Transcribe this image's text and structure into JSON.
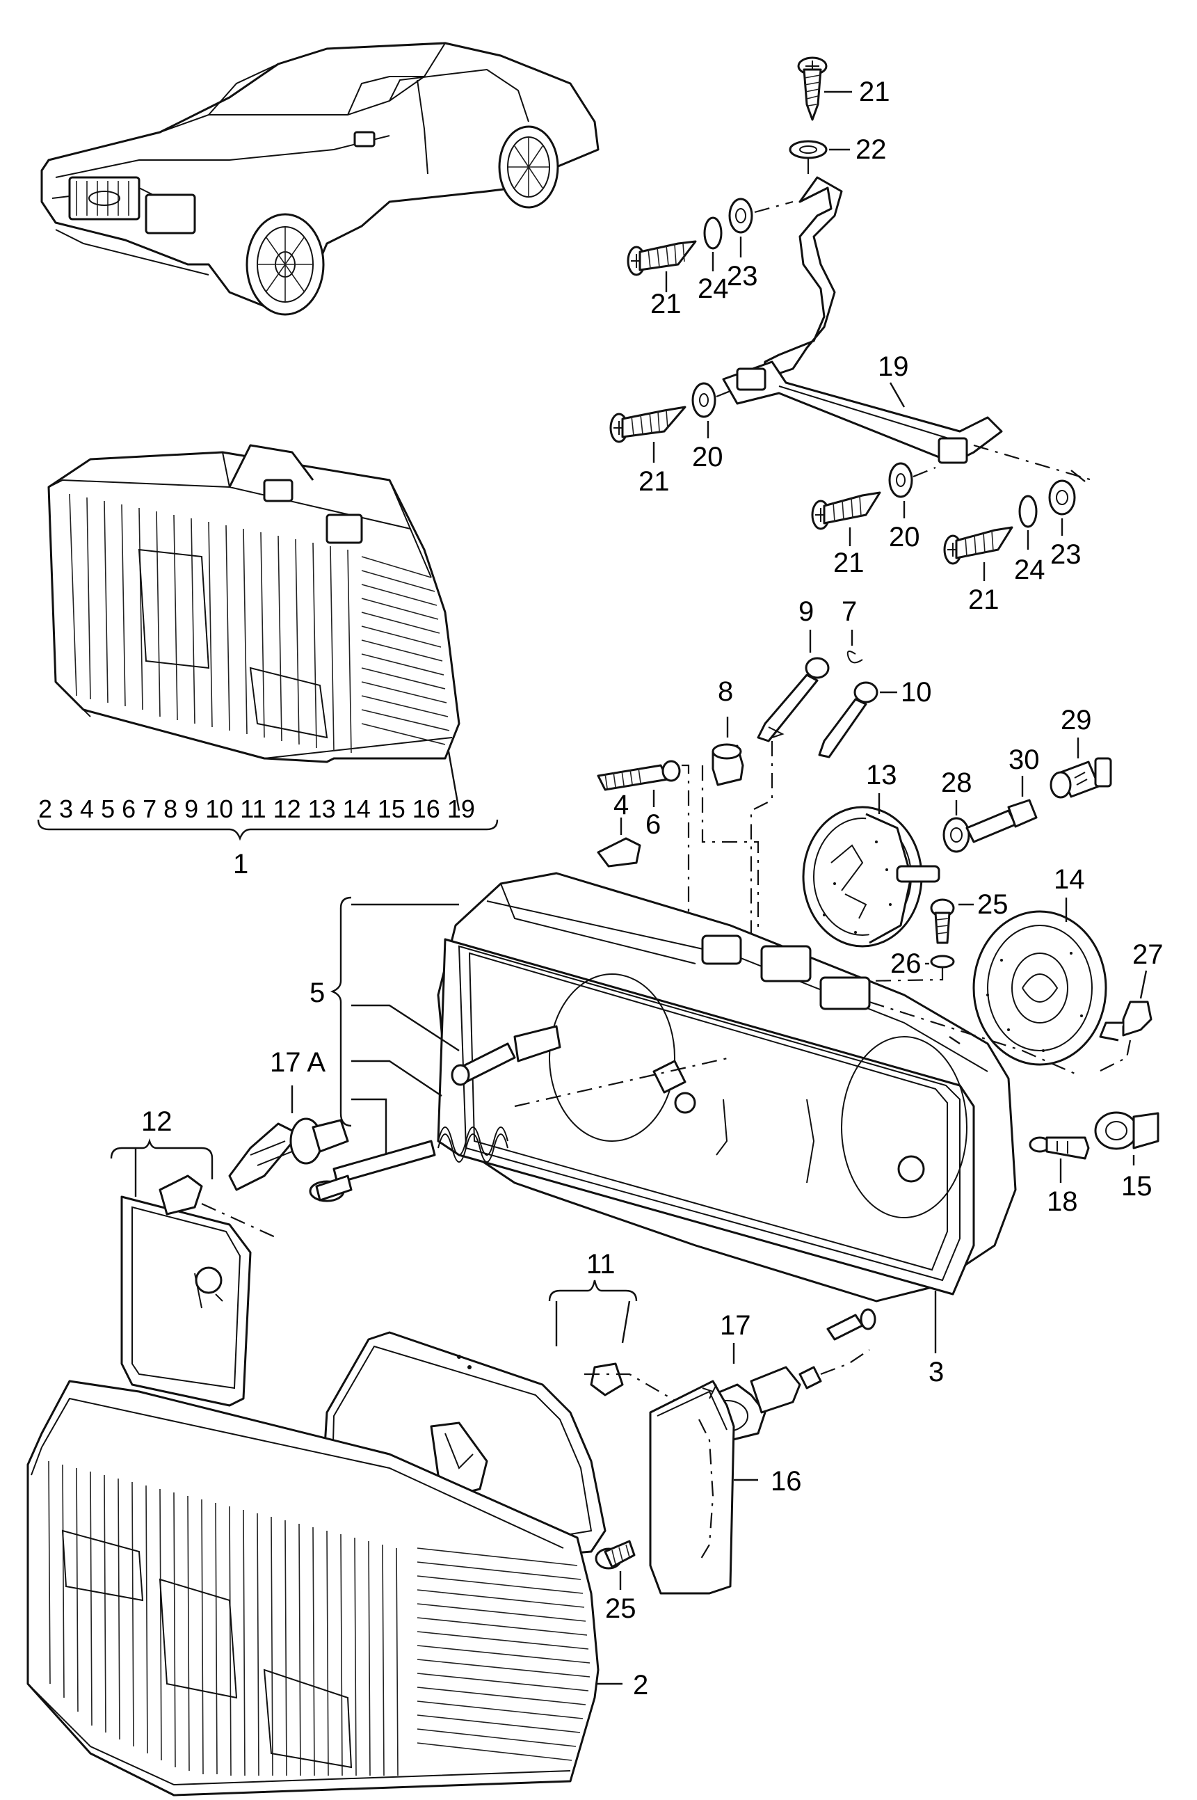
{
  "diagram": {
    "callouts": {
      "c1": "1",
      "c2": "2",
      "c3": "3",
      "c4": "4",
      "c5": "5",
      "c6": "6",
      "c7": "7",
      "c8": "8",
      "c9": "9",
      "c10": "10",
      "c11": "11",
      "c12": "12",
      "c13": "13",
      "c14": "14",
      "c15": "15",
      "c16": "16",
      "c17": "17",
      "c17a": "17 A",
      "c18": "18",
      "c19": "19",
      "c20a": "20",
      "c20b": "20",
      "c21a": "21",
      "c21b": "21",
      "c21c": "21",
      "c21d": "21",
      "c21e": "21",
      "c22": "22",
      "c23a": "23",
      "c23b": "23",
      "c24a": "24",
      "c24b": "24",
      "c25a": "25",
      "c25b": "25",
      "c26": "26",
      "c27": "27",
      "c28": "28",
      "c29": "29",
      "c30": "30"
    },
    "assembly_includes": "2 3 4 5 6 7 8 9 10 11 12 13 14 15 16 19"
  }
}
